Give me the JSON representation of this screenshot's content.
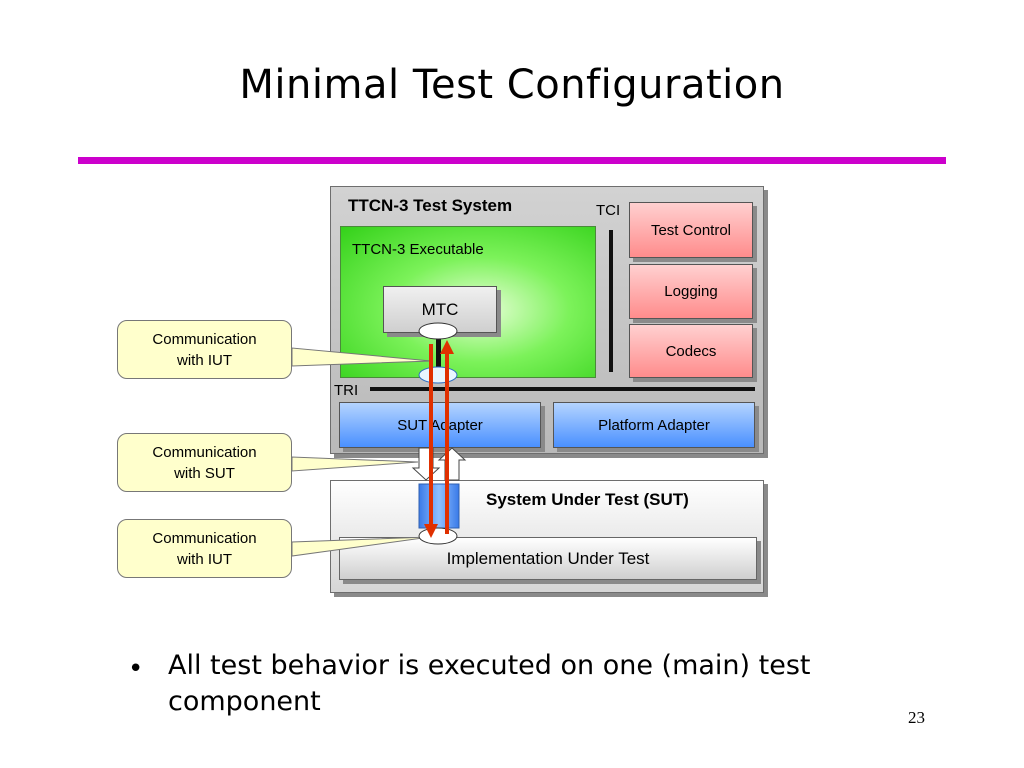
{
  "slide": {
    "title": "Minimal Test Configuration",
    "accent_color": "#cc00cc",
    "bullet_text": "All test behavior is executed on one (main) test component",
    "page_number": "23"
  },
  "diagram": {
    "test_system_title": "TTCN-3 Test System",
    "tci_label": "TCI",
    "tri_label": "TRI",
    "executable_label": "TTCN-3 Executable",
    "mtc_label": "MTC",
    "test_control_label": "Test Control",
    "logging_label": "Logging",
    "codecs_label": "Codecs",
    "sut_adapter_label": "SUT Adapter",
    "platform_adapter_label": "Platform Adapter",
    "sut_title": "System Under Test (SUT)",
    "iut_label": "Implementation Under Test",
    "callouts": [
      {
        "line1": "Communication",
        "line2": "with IUT"
      },
      {
        "line1": "Communication",
        "line2": "with SUT"
      },
      {
        "line1": "Communication",
        "line2": "with IUT"
      }
    ],
    "colors": {
      "executable": "#33d119",
      "red_boxes": "#ff8c8c",
      "blue_boxes": "#4a90ff",
      "arrows": "#e03000",
      "callout_fill": "#ffffcc"
    }
  }
}
